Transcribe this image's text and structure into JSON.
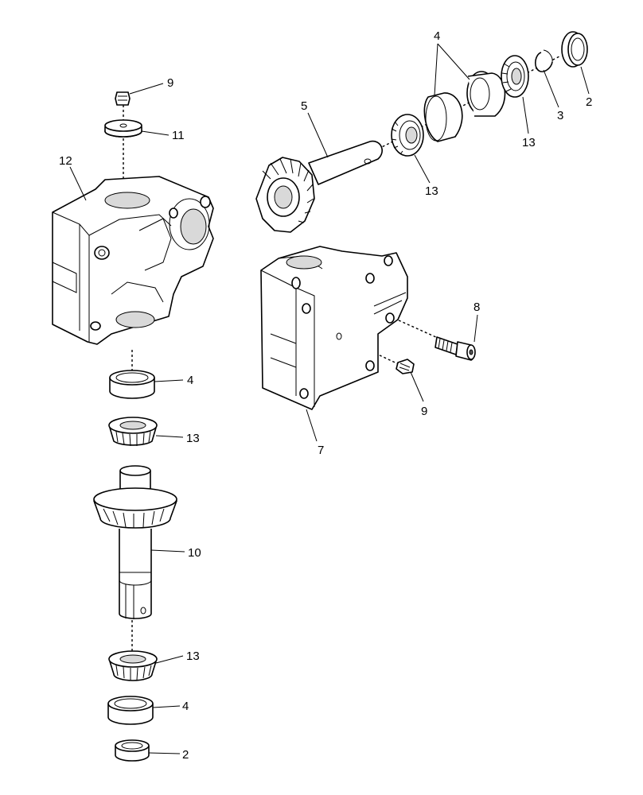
{
  "diagram": {
    "callouts": {
      "c9_top": "9",
      "c11": "11",
      "c12": "12",
      "c5": "5",
      "c4_top": "4",
      "c13_a": "13",
      "c13_b": "13",
      "c3": "3",
      "c2_top": "2",
      "c8": "8",
      "c9_right": "9",
      "c7": "7",
      "c4_mid": "4",
      "c13_mid": "13",
      "c10": "10",
      "c13_low": "13",
      "c4_low": "4",
      "c2_low": "2"
    }
  }
}
